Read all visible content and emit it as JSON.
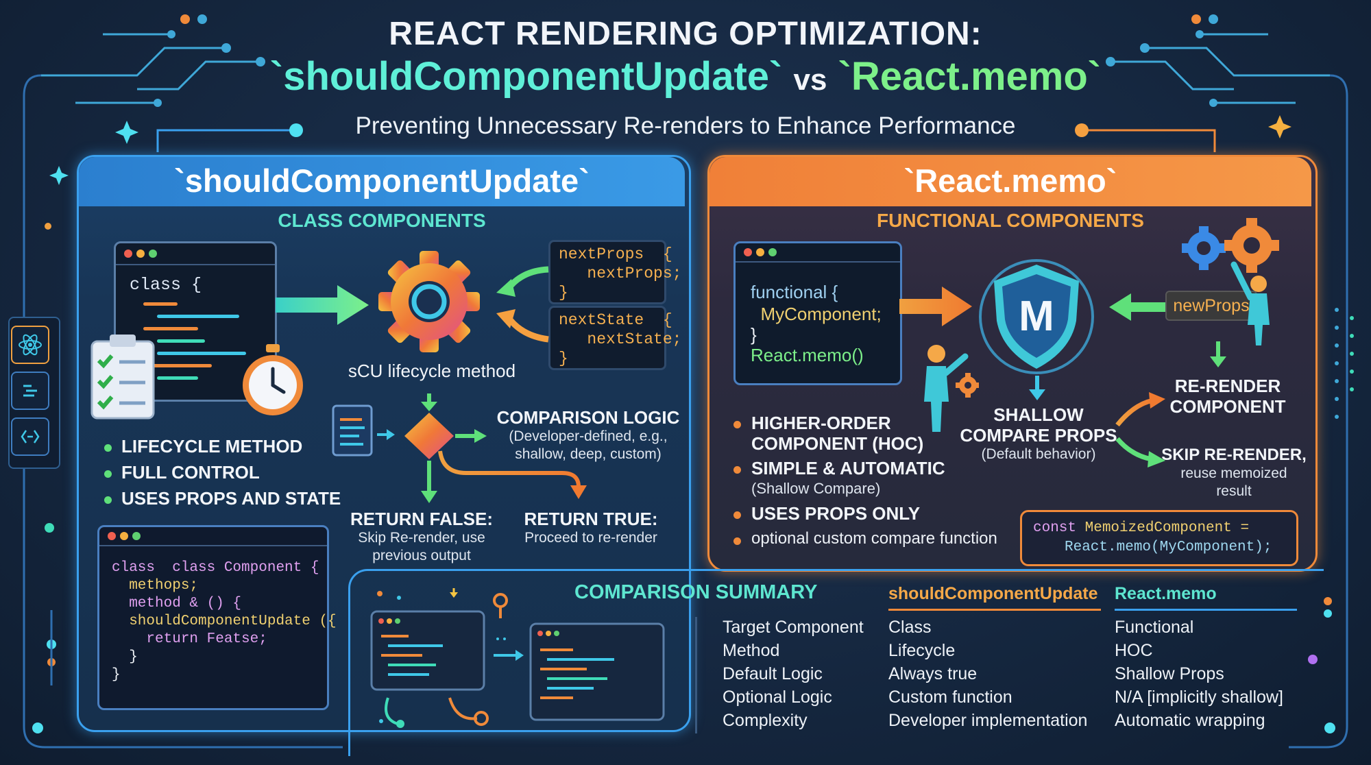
{
  "title": {
    "line1": "REACT RENDERING OPTIMIZATION:",
    "scu": "`shouldComponentUpdate`",
    "vs": "vs",
    "memo": "`React.memo`"
  },
  "subtitle": "Preventing Unnecessary Re-renders to Enhance Performance",
  "colors": {
    "scu_accent": "#3aa0ee",
    "memo_accent": "#f08a3a",
    "teal": "#5ff0d8",
    "green": "#7df08a"
  },
  "left": {
    "header": "`shouldComponentUpdate`",
    "subheader": "CLASS COMPONENTS",
    "code_window_label": "class {",
    "next_props_box": "nextProps  {\n   nextProps;\n}",
    "next_state_box": "nextState  {\n   nextState;\n}",
    "gear_label": "sCU lifecycle method",
    "bullets": [
      "LIFECYCLE METHOD",
      "FULL CONTROL",
      "USES PROPS AND STATE"
    ],
    "comparison_title": "COMPARISON LOGIC",
    "comparison_desc": "(Developer-defined, e.g.,\nshallow, deep, custom)",
    "return_false_title": "RETURN FALSE:",
    "return_false_desc": "Skip Re-render, use\nprevious output",
    "return_true_title": "RETURN TRUE:",
    "return_true_desc": "Proceed to re-render",
    "code_snippet": [
      {
        "text": "class  class Component {",
        "color": "#e0a0f0"
      },
      {
        "text": "  methops;",
        "color": "#f0d070"
      },
      {
        "text": "  method & () {",
        "color": "#e0a0f0"
      },
      {
        "text": "  shouldComponentUpdate ({",
        "color": "#f0d070"
      },
      {
        "text": "    return Featse;",
        "color": "#e0a0f0"
      },
      {
        "text": "  }",
        "color": "#eef2f7"
      },
      {
        "text": "}",
        "color": "#eef2f7"
      }
    ]
  },
  "right": {
    "header": "`React.memo`",
    "subheader": "FUNCTIONAL COMPONENTS",
    "code_lines": [
      "functional {",
      "  MyComponent;",
      "}",
      "React.memo()"
    ],
    "shield_letter": "M",
    "new_props": "newProps",
    "shallow_title": "SHALLOW\nCOMPARE PROPS",
    "shallow_desc": "(Default behavior)",
    "rerender": "RE-RENDER\nCOMPONENT",
    "skip_title": "SKIP RE-RENDER,",
    "skip_desc": "reuse memoized\nresult",
    "bullets": [
      {
        "title": "HIGHER-ORDER\nCOMPONENT (HOC)",
        "desc": ""
      },
      {
        "title": "SIMPLE & AUTOMATIC",
        "desc": "(Shallow Compare)"
      },
      {
        "title": "USES PROPS ONLY",
        "desc": ""
      },
      {
        "title": "",
        "desc": "optional custom compare function"
      }
    ],
    "memo_code_line1_kw": "const",
    "memo_code_line1_rest": " MemoizedComponent =",
    "memo_code_line2": "React.memo(MyComponent);"
  },
  "summary": {
    "title": "COMPARISON SUMMARY",
    "col_scu": "shouldComponentUpdate",
    "col_memo": "React.memo",
    "rows": [
      {
        "label": "Target Component",
        "scu": "Class",
        "memo": "Functional"
      },
      {
        "label": "Method",
        "scu": "Lifecycle",
        "memo": "HOC"
      },
      {
        "label": "Default Logic",
        "scu": "Always true",
        "memo": "Shallow Props"
      },
      {
        "label": "Optional Logic",
        "scu": "Custom function",
        "memo": "N/A [implicitly shallow]"
      },
      {
        "label": "Complexity",
        "scu": "Developer implementation",
        "memo": "Automatic wrapping"
      }
    ]
  },
  "side_toolbar": [
    {
      "icon": "react-atom-icon"
    },
    {
      "icon": "list-icon"
    },
    {
      "icon": "code-bracket-icon"
    }
  ]
}
